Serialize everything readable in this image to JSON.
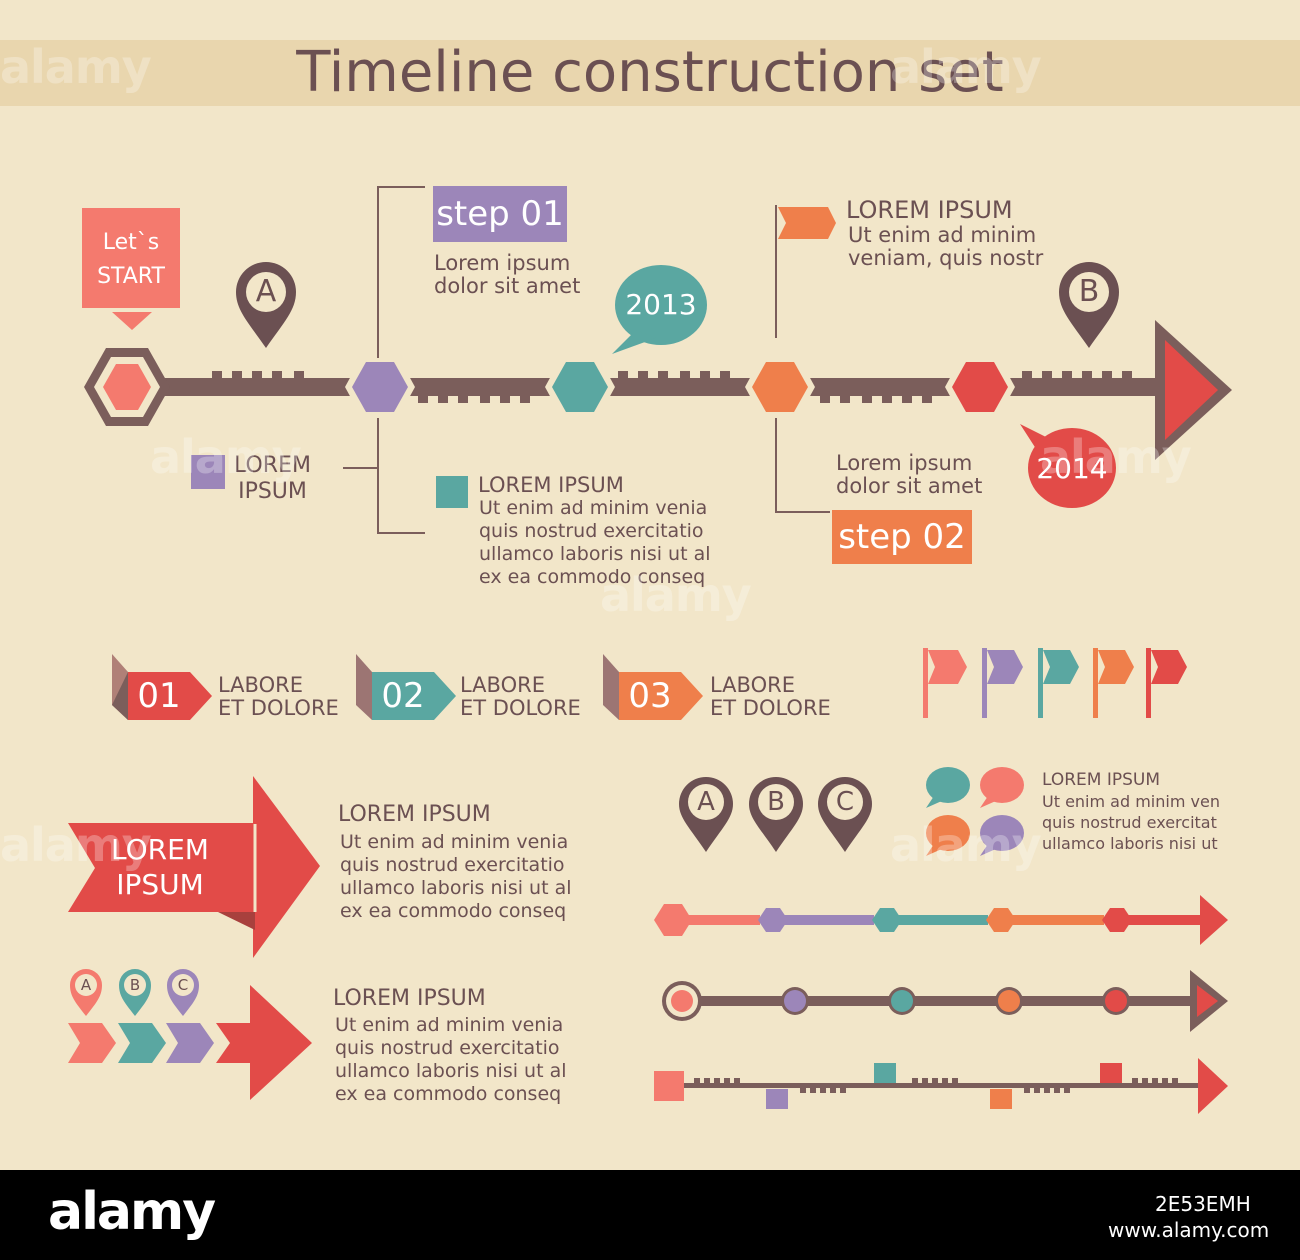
{
  "title": "Timeline construction set",
  "colors": {
    "background": "#f2e6c9",
    "band": "#e9d6ae",
    "line": "#7b5e5b",
    "coral": "#f47a6e",
    "purple": "#9c86b9",
    "teal": "#5aa7a1",
    "orange": "#ef7f4b",
    "red": "#e24b48",
    "pin": "#6b5052"
  },
  "main_timeline": {
    "start_label_line1": "Let`s",
    "start_label_line2": "START",
    "pin_a": "A",
    "pin_b": "B",
    "step1_label": "step 01",
    "step1_text_line1": "Lorem ipsum",
    "step1_text_line2": "dolor sit amet",
    "bubble_2013": "2013",
    "flag_title": "LOREM IPSUM",
    "flag_text_line1": "Ut enim ad minim",
    "flag_text_line2": "veniam, quis nostr",
    "bubble_2014": "2014",
    "legend_line1": "LOREM",
    "legend_line2": "IPSUM",
    "teal_title": "LOREM IPSUM",
    "teal_text": [
      "Ut enim ad minim venia",
      "quis nostrud exercitatio",
      "ullamco laboris nisi ut al",
      "ex ea commodo conseq"
    ],
    "step2_text_line1": "Lorem ipsum",
    "step2_text_line2": "dolor sit amet",
    "step2_label": "step 02"
  },
  "numbered_tags": [
    {
      "number": "01",
      "line1": "LABORE",
      "line2": "ET DOLORE"
    },
    {
      "number": "02",
      "line1": "LABORE",
      "line2": "ET DOLORE"
    },
    {
      "number": "03",
      "line1": "LABORE",
      "line2": "ET DOLORE"
    }
  ],
  "big_arrow": {
    "ribbon_line1": "LOREM",
    "ribbon_line2": "IPSUM",
    "title": "LOREM IPSUM",
    "text": [
      "Ut enim ad minim venia",
      "quis nostrud exercitatio",
      "ullamco laboris nisi ut al",
      "ex ea commodo conseq"
    ]
  },
  "chevron_block": {
    "pins": [
      "A",
      "B",
      "C"
    ],
    "title": "LOREM IPSUM",
    "text": [
      "Ut enim ad minim venia",
      "quis nostrud exercitatio",
      "ullamco laboris nisi ut al",
      "ex ea commodo conseq"
    ]
  },
  "pins_abc": [
    "A",
    "B",
    "C"
  ],
  "bubble_block": {
    "title": "LOREM IPSUM",
    "text": [
      "Ut enim ad minim ven",
      "quis nostrud exercitat",
      "ullamco laboris nisi ut"
    ]
  },
  "watermark": "alamy",
  "footer": {
    "logo": "alamy",
    "image_id": "2E53EMH",
    "url": "www.alamy.com"
  }
}
